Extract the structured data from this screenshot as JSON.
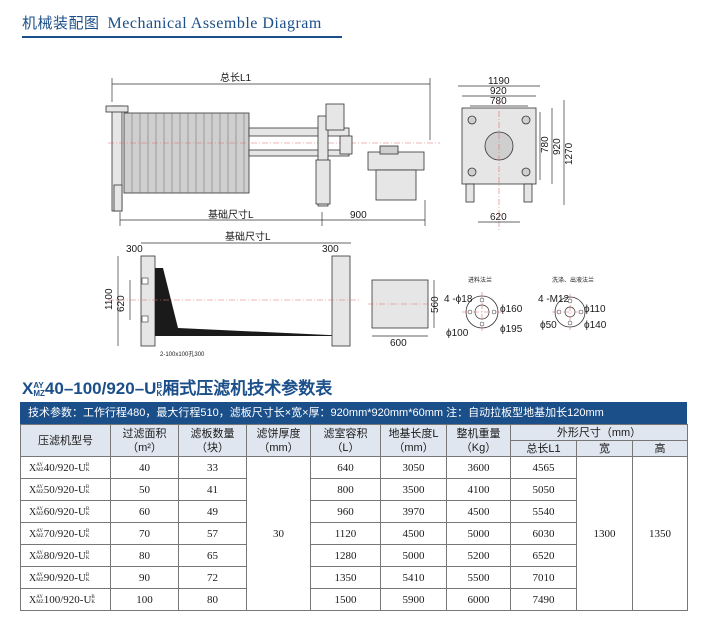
{
  "header": {
    "cn": "机械装配图",
    "en": "Mechanical Assemble Diagram"
  },
  "drawing": {
    "total_length": "总长L1",
    "foundation_size": "基础尺寸L",
    "dim_900": "900",
    "dim_1190": "1190",
    "dim_920": "920",
    "dim_780": "780",
    "dim_780b": "780",
    "dim_920b": "920",
    "dim_1270": "1270",
    "dim_620": "620",
    "dim_300a": "300",
    "dim_300b": "300",
    "dim_1100": "1100",
    "dim_620b": "620",
    "dim_560": "560",
    "dim_600": "600",
    "small_note": "2-100x100孔300",
    "flange1_title": "进料法兰",
    "flange2_title": "洗涤、出液法兰",
    "f1_holes": "4 -ϕ18",
    "f1_d160": "ϕ160",
    "f1_d100": "ϕ100",
    "f1_d195": "ϕ195",
    "f2_holes": "4 -M12",
    "f2_d110": "ϕ110",
    "f2_d50": "ϕ50",
    "f2_d140": "ϕ140"
  },
  "title": {
    "prefix": "X",
    "sup": "AY",
    "sub": "MZ",
    "mid": "40–100/920–U",
    "sup2": "B",
    "sub2": "K",
    "suffix": "厢式压滤机技术参数表"
  },
  "spec_text": "技术参数：工作行程480，最大行程510，滤板尺寸长×宽×厚：920mm*920mm*60mm    注：自动拉板型地基加长120mm",
  "table": {
    "headers": {
      "model": "压滤机型号",
      "area": "过滤面积",
      "area_unit": "（m²）",
      "plates": "滤板数量",
      "plates_unit": "（块）",
      "cake": "滤饼厚度",
      "cake_unit": "（mm）",
      "volume": "滤室容积",
      "volume_unit": "（L）",
      "base": "地基长度L",
      "base_unit": "（mm）",
      "weight": "整机重量",
      "weight_unit": "（Kg）",
      "outer": "外形尺寸（mm）",
      "len": "总长L1",
      "wid": "宽",
      "hei": "高"
    },
    "cake": "30",
    "width": "1300",
    "height": "1350",
    "rows": [
      {
        "model": "40/920-U",
        "area": "40",
        "plates": "33",
        "volume": "640",
        "base": "3050",
        "weight": "3600",
        "len": "4565"
      },
      {
        "model": "50/920-U",
        "area": "50",
        "plates": "41",
        "volume": "800",
        "base": "3500",
        "weight": "4100",
        "len": "5050"
      },
      {
        "model": "60/920-U",
        "area": "60",
        "plates": "49",
        "volume": "960",
        "base": "3970",
        "weight": "4500",
        "len": "5540"
      },
      {
        "model": "70/920-U",
        "area": "70",
        "plates": "57",
        "volume": "1120",
        "base": "4500",
        "weight": "5000",
        "len": "6030"
      },
      {
        "model": "80/920-U",
        "area": "80",
        "plates": "65",
        "volume": "1280",
        "base": "5000",
        "weight": "5200",
        "len": "6520"
      },
      {
        "model": "90/920-U",
        "area": "90",
        "plates": "72",
        "volume": "1350",
        "base": "5410",
        "weight": "5500",
        "len": "7010"
      },
      {
        "model": "100/920-U",
        "area": "100",
        "plates": "80",
        "volume": "1500",
        "base": "5900",
        "weight": "6000",
        "len": "7490"
      }
    ]
  }
}
